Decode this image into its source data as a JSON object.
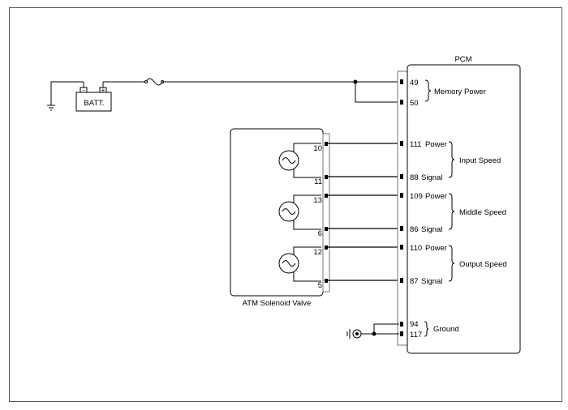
{
  "pcm": {
    "title": "PCM",
    "pins": [
      {
        "id": "49",
        "label": "49",
        "desc": ""
      },
      {
        "id": "50",
        "label": "50",
        "desc": ""
      },
      {
        "id": "111",
        "label": "111",
        "desc": "Power"
      },
      {
        "id": "88",
        "label": "88",
        "desc": "Signal"
      },
      {
        "id": "109",
        "label": "109",
        "desc": "Power"
      },
      {
        "id": "86",
        "label": "86",
        "desc": "Signal"
      },
      {
        "id": "110",
        "label": "110",
        "desc": "Power"
      },
      {
        "id": "87",
        "label": "87",
        "desc": "Signal"
      },
      {
        "id": "94",
        "label": "94",
        "desc": ""
      },
      {
        "id": "117",
        "label": "117",
        "desc": ""
      }
    ],
    "groups": [
      {
        "id": "memory",
        "label": "Memory Power"
      },
      {
        "id": "input",
        "label": "Input Speed"
      },
      {
        "id": "middle",
        "label": "Middle Speed"
      },
      {
        "id": "output",
        "label": "Output Speed"
      },
      {
        "id": "ground",
        "label": "Ground"
      }
    ]
  },
  "solenoid": {
    "label": "ATM Solenoid Valve",
    "pins": [
      "10",
      "11",
      "13",
      "6",
      "12",
      "5"
    ]
  },
  "battery": {
    "label": "BATT.",
    "neg": "−",
    "pos": "+"
  }
}
